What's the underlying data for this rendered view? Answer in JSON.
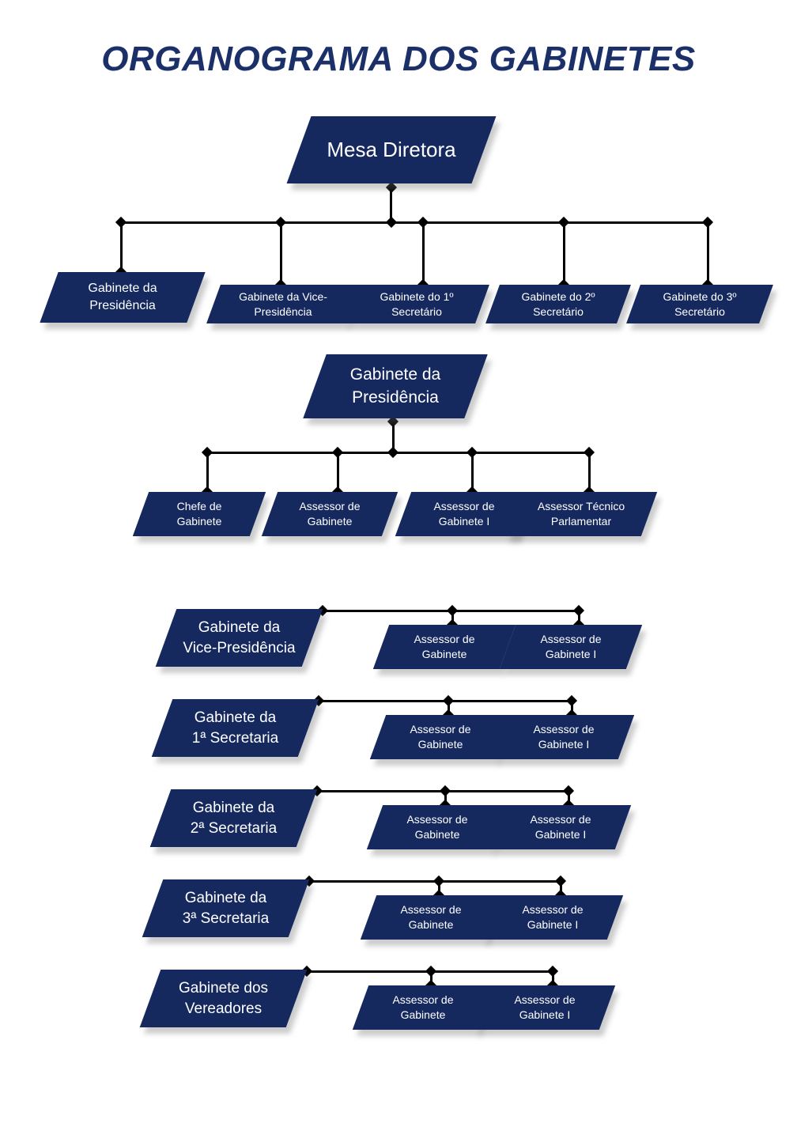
{
  "title": "ORGANOGRAMA DOS GABINETES",
  "colors": {
    "node": "#16295f",
    "title": "#1b3069",
    "connector": "#000000"
  },
  "root": {
    "label": "Mesa Diretora"
  },
  "level1": [
    {
      "line1": "Gabinete da",
      "line2": "Presidência"
    },
    {
      "line1": "Gabinete da Vice-",
      "line2": "Presidência"
    },
    {
      "line1": "Gabinete do 1º",
      "line2": "Secretário"
    },
    {
      "line1": "Gabinete do 2º",
      "line2": "Secretário"
    },
    {
      "line1": "Gabinete do 3º",
      "line2": "Secretário"
    }
  ],
  "presidency": {
    "parent": {
      "line1": "Gabinete da",
      "line2": "Presidência"
    },
    "children": [
      {
        "line1": "Chefe de",
        "line2": "Gabinete"
      },
      {
        "line1": "Assessor de",
        "line2": "Gabinete"
      },
      {
        "line1": "Assessor de",
        "line2": "Gabinete I"
      },
      {
        "line1": "Assessor Técnico",
        "line2": "Parlamentar"
      }
    ]
  },
  "rows": [
    {
      "parent": {
        "line1": "Gabinete da",
        "line2": "Vice-Presidência"
      },
      "children": [
        {
          "line1": "Assessor de",
          "line2": "Gabinete"
        },
        {
          "line1": "Assessor de",
          "line2": "Gabinete I"
        }
      ]
    },
    {
      "parent": {
        "line1": "Gabinete da",
        "line2": "1ª Secretaria"
      },
      "children": [
        {
          "line1": "Assessor de",
          "line2": "Gabinete"
        },
        {
          "line1": "Assessor de",
          "line2": "Gabinete I"
        }
      ]
    },
    {
      "parent": {
        "line1": "Gabinete da",
        "line2": "2ª Secretaria"
      },
      "children": [
        {
          "line1": "Assessor de",
          "line2": "Gabinete"
        },
        {
          "line1": "Assessor de",
          "line2": "Gabinete I"
        }
      ]
    },
    {
      "parent": {
        "line1": "Gabinete da",
        "line2": "3ª Secretaria"
      },
      "children": [
        {
          "line1": "Assessor de",
          "line2": "Gabinete"
        },
        {
          "line1": "Assessor de",
          "line2": "Gabinete I"
        }
      ]
    },
    {
      "parent": {
        "line1": "Gabinete dos",
        "line2": "Vereadores"
      },
      "children": [
        {
          "line1": "Assessor de",
          "line2": "Gabinete"
        },
        {
          "line1": "Assessor de",
          "line2": "Gabinete I"
        }
      ]
    }
  ]
}
